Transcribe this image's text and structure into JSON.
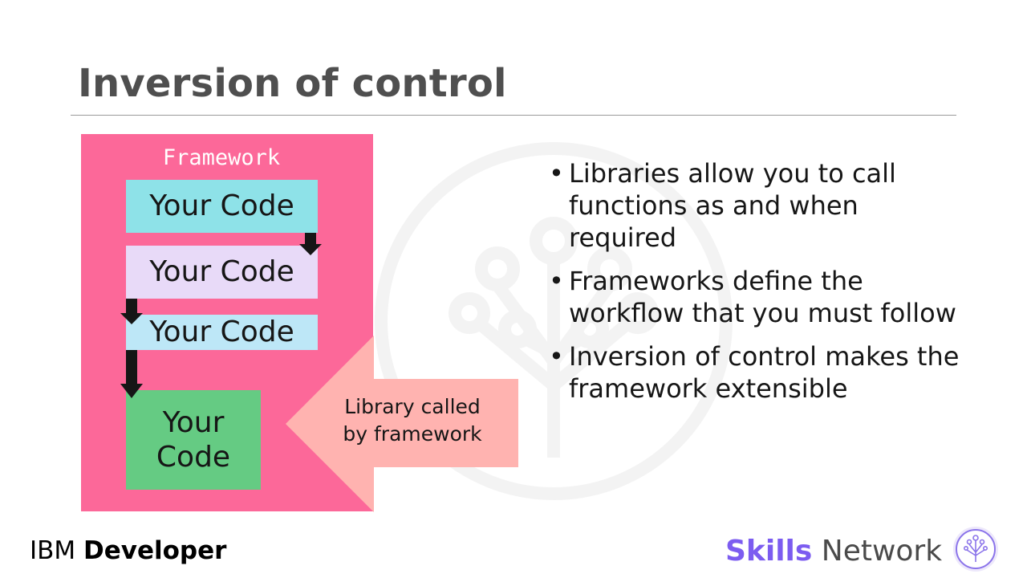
{
  "slide": {
    "title": "Inversion of control"
  },
  "diagram": {
    "framework_label": "Framework",
    "code_boxes": [
      "Your Code",
      "Your Code",
      "Your Code",
      "Your Code"
    ],
    "library_label": "Library called by framework",
    "colors": {
      "framework": "#fc6899",
      "code_1": "#8ee2e8",
      "code_2": "#e8daf8",
      "code_3": "#bde7f7",
      "code_4": "#65cb83",
      "library_arrow": "#ffb3b0"
    }
  },
  "bullets": [
    "Libraries allow you to call functions as and when required",
    "Frameworks define the workflow that you must follow",
    "Inversion of control makes the framework extensible"
  ],
  "footer": {
    "brand_left_regular": "IBM ",
    "brand_left_bold": "Developer",
    "brand_right_bold": "Skills",
    "brand_right_regular": " Network"
  }
}
